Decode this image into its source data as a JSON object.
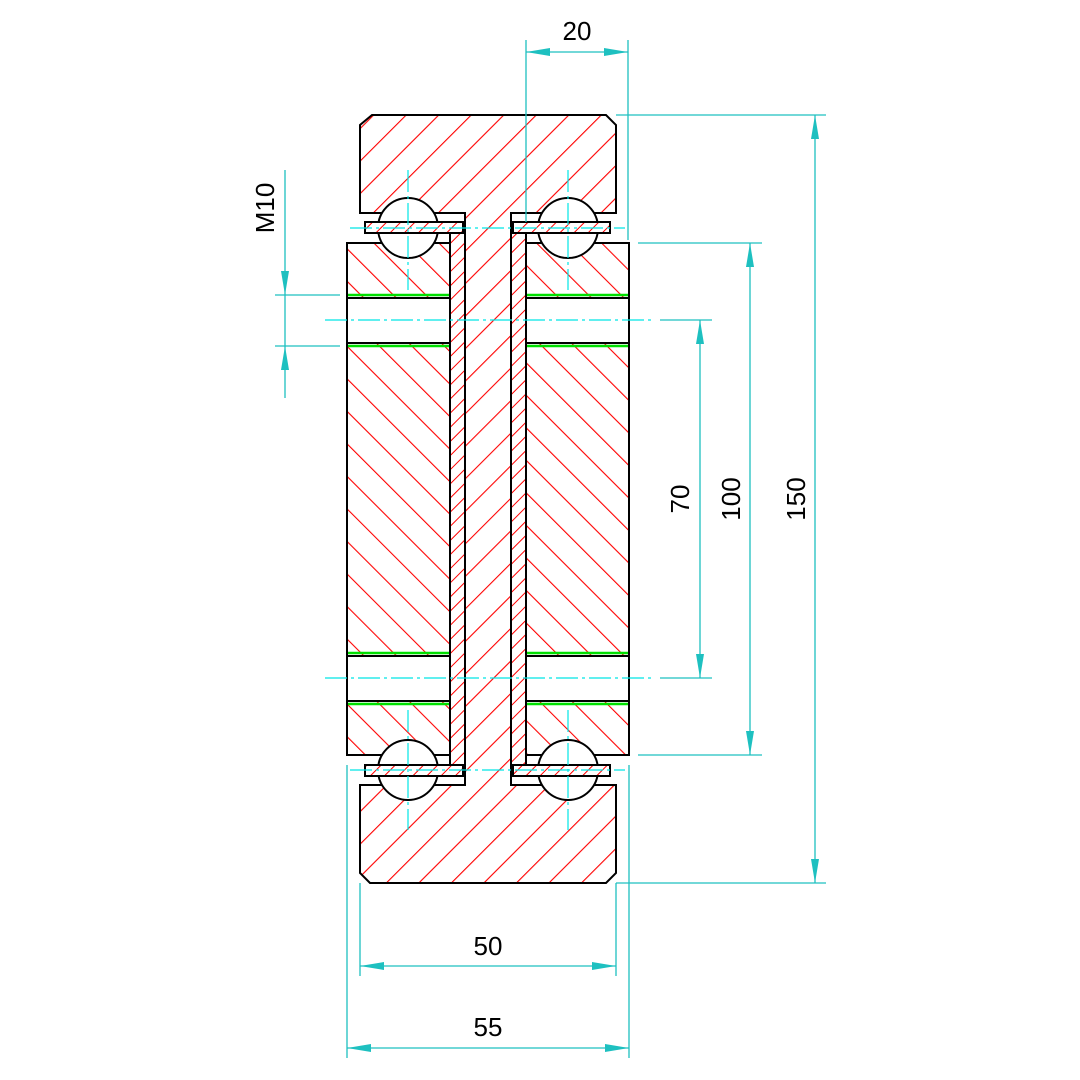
{
  "colors": {
    "hatch": "#ff0000",
    "dimension": "#1ec0c0",
    "centerline": "#00e5e5",
    "thread": "#00e000",
    "outline": "#000000"
  },
  "dimensions": {
    "top_width": "20",
    "thread": "M10",
    "hole_spacing": "70",
    "block_height": "100",
    "total_height": "150",
    "flange_width": "50",
    "overall_width": "55"
  }
}
